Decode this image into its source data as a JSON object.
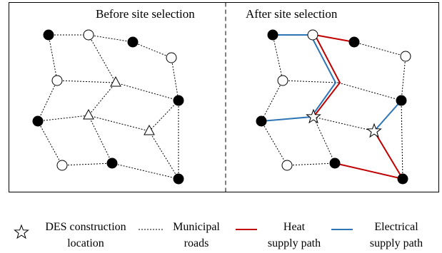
{
  "panels": {
    "before": {
      "title": "Before site selection"
    },
    "after": {
      "title": "After site selection"
    }
  },
  "legend": {
    "des": {
      "line1": "DES construction",
      "line2": "location",
      "icon": "star-icon"
    },
    "roads": {
      "line1": "Municipal",
      "line2": "roads"
    },
    "heat": {
      "line1": "Heat",
      "line2": "supply path"
    },
    "electrical": {
      "line1": "Electrical",
      "line2": "supply path"
    }
  },
  "colors": {
    "heat_path": "#c00000",
    "electrical_path": "#2e75b6",
    "road": "#000000",
    "node_filled": "#000000",
    "node_empty": "#ffffff"
  }
}
